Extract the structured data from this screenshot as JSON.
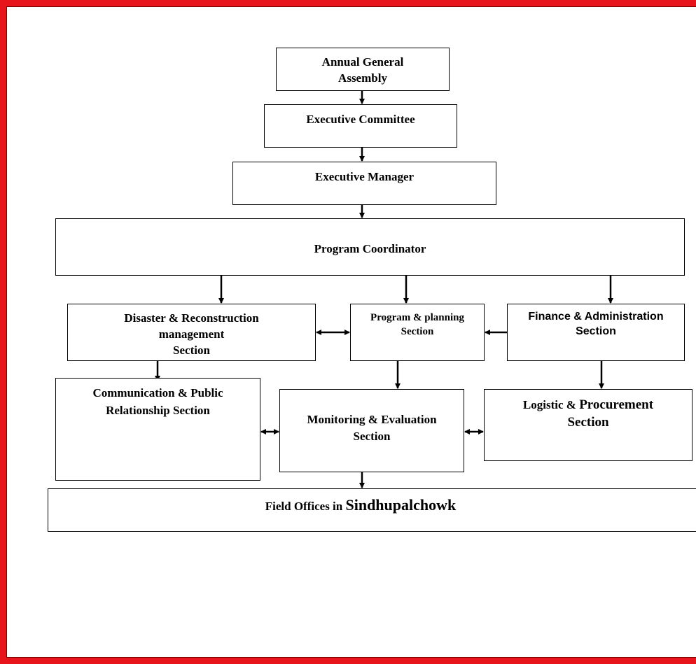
{
  "nodes": {
    "agm": "Annual General\nAssembly",
    "exec_committee": "Executive Committee",
    "exec_manager": "Executive Manager",
    "program_coordinator": "Program Coordinator",
    "disaster": "Disaster & Reconstruction\nmanagement\nSection",
    "planning": "Program & planning\nSection",
    "finance": "Finance & Administration\nSection",
    "communication": "Communication & Public\nRelationship Section",
    "monitoring": "Monitoring & Evaluation\nSection",
    "logistic_prefix": "Logistic & ",
    "logistic_rest": "Procurement\nSection",
    "field_prefix": "Field Offices in ",
    "field_place": "Sindhupalchowk"
  },
  "colors": {
    "frame": "#e8141c",
    "box_border": "#000000",
    "arrow": "#000000"
  }
}
